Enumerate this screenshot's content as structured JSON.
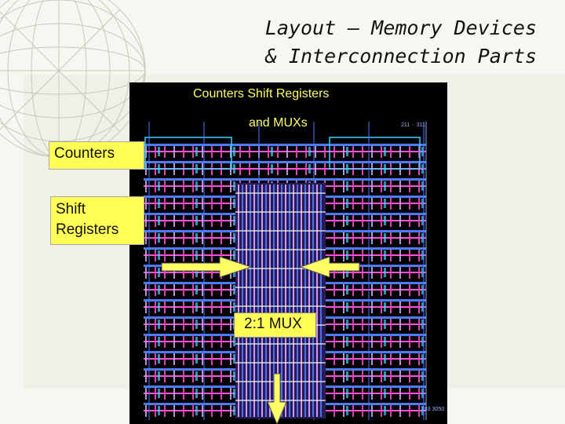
{
  "title": {
    "line1": "Layout – Memory Devices",
    "line2": "& Interconnection Parts"
  },
  "layout_image": {
    "header_line1": "Counters   Shift Registers",
    "header_line2": "and MUXs",
    "colors": {
      "background": "#000000",
      "metal1": "#4a7cff",
      "metal2": "#ff4fd8",
      "poly": "#d9a6ff",
      "diffusion": "#40d0ff",
      "highlight": "#ffffff"
    }
  },
  "callouts": {
    "counters": "Counters",
    "shift_registers": "Shift\nRegisters",
    "mux": "2:1 MUX"
  },
  "colors": {
    "callout_fill": "#ffff55",
    "arrow_fill": "#ffff66"
  }
}
